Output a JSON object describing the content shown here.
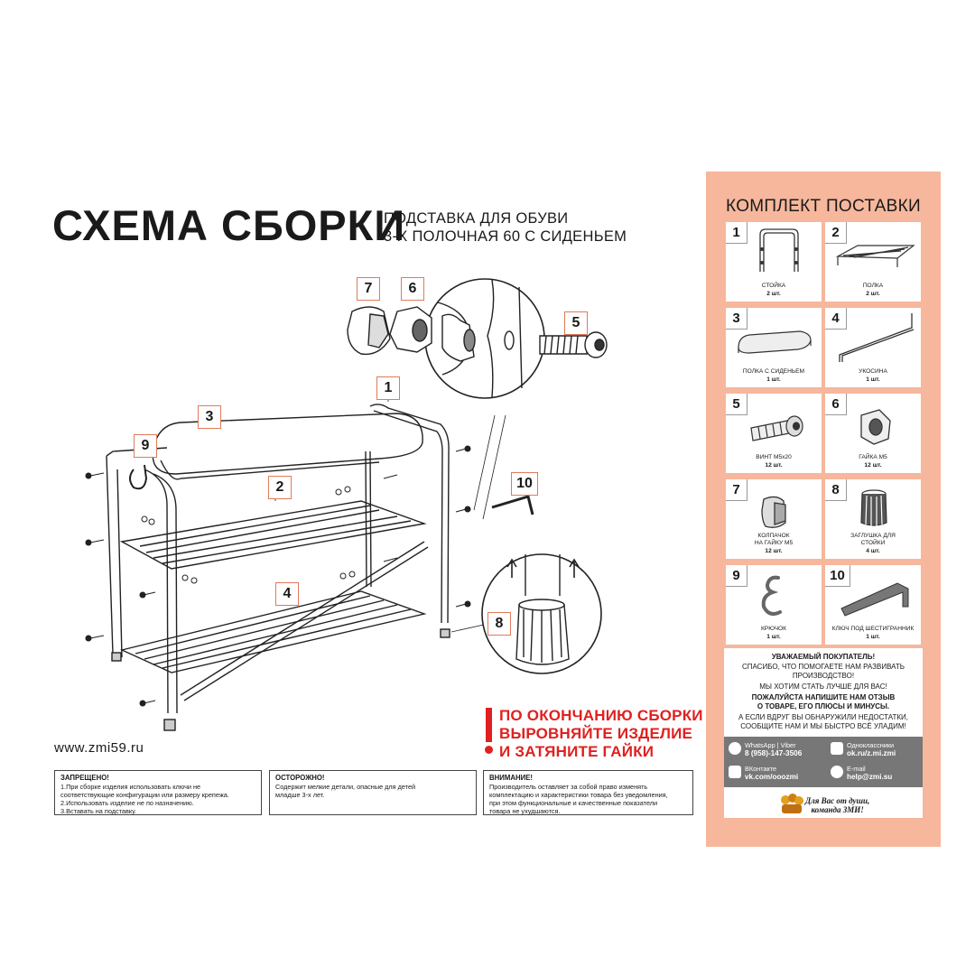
{
  "header": {
    "title": "СХЕМА СБОРКИ",
    "subtitle_line1": "ПОДСТАВКА ДЛЯ ОБУВИ",
    "subtitle_line2": "3-Х ПОЛОЧНАЯ 60 С СИДЕНЬЕМ"
  },
  "callouts": [
    "1",
    "2",
    "3",
    "4",
    "5",
    "6",
    "7",
    "8",
    "9",
    "10"
  ],
  "website": "www.zmi59.ru",
  "notice": {
    "mark": "!",
    "line1": "ПО ОКОНЧАНИЮ СБОРКИ",
    "line2": "ВЫРОВНЯЙТЕ ИЗДЕЛИЕ",
    "line3": "И ЗАТЯНИТЕ ГАЙКИ"
  },
  "warnings": [
    {
      "title": "ЗАПРЕЩЕНО!",
      "lines": [
        "1.При сборке изделия использовать ключи не",
        "соответствующие конфигурации или размеру крепежа.",
        "2.Использовать изделие не по назначению.",
        "3.Вставать на подставку."
      ]
    },
    {
      "title": "ОСТОРОЖНО!",
      "lines": [
        "Содержит мелкие детали, опасные для детей",
        "младше 3-х лет."
      ]
    },
    {
      "title": "ВНИМАНИЕ!",
      "lines": [
        "Производитель оставляет за собой право изменять",
        "комплектацию и характеристики товара без уведомления,",
        "при этом функциональные и качественные показатели",
        "товара не ухудшаются."
      ]
    }
  ],
  "kit": {
    "title": "КОМПЛЕКТ ПОСТАВКИ",
    "items": [
      {
        "num": "1",
        "name": "СТОЙКА",
        "qty": "2 шт."
      },
      {
        "num": "2",
        "name": "ПОЛКА",
        "qty": "2 шт."
      },
      {
        "num": "3",
        "name": "ПОЛКА С СИДЕНЬЕМ",
        "qty": "1 шт."
      },
      {
        "num": "4",
        "name": "УКОСИНА",
        "qty": "1 шт."
      },
      {
        "num": "5",
        "name": "ВИНТ М5х20",
        "qty": "12 шт."
      },
      {
        "num": "6",
        "name": "ГАЙКА М5",
        "qty": "12 шт."
      },
      {
        "num": "7",
        "name": "КОЛПАЧОК\nНА ГАЙКУ М5",
        "qty": "12 шт."
      },
      {
        "num": "8",
        "name": "ЗАГЛУШКА ДЛЯ\nСТОЙКИ",
        "qty": "4 шт."
      },
      {
        "num": "9",
        "name": "КРЮЧОК",
        "qty": "1 шт."
      },
      {
        "num": "10",
        "name": "КЛЮЧ ПОД ШЕСТИГРАННИК",
        "qty": "1 шт."
      }
    ]
  },
  "message": {
    "greeting": "УВАЖАЕМЫЙ ПОКУПАТЕЛЬ!",
    "line1": "СПАСИБО, ЧТО ПОМОГАЕТЕ НАМ РАЗВИВАТЬ",
    "line2": "ПРОИЗВОДСТВО!",
    "line3": "МЫ ХОТИМ СТАТЬ ЛУЧШЕ ДЛЯ ВАС!",
    "line4": "ПОЖАЛУЙСТА НАПИШИТЕ НАМ ОТЗЫВ",
    "line5": "О ТОВАРЕ, ЕГО ПЛЮСЫ И МИНУСЫ.",
    "line6": "А ЕСЛИ ВДРУГ ВЫ ОБНАРУЖИЛИ НЕДОСТАТКИ,",
    "line7": "СООБЩИТЕ НАМ И МЫ БЫСТРО ВСЁ УЛАДИМ!"
  },
  "contacts": {
    "whatsapp_label": "WhatsApp | Viber",
    "whatsapp_value": "8 (958)-147-3506",
    "ok_label": "Одноклассники",
    "ok_value": "ok.ru/z.mi.zmi",
    "vk_label": "ВКонтакте",
    "vk_value": "vk.com/ooozmi",
    "email_label": "E-mail",
    "email_value": "help@zmi.su"
  },
  "signature": {
    "line1": "Для Вас от души,",
    "line2": "команда ЗМИ!"
  },
  "colors": {
    "accent": "#f6b79c",
    "callout_border": "#e07a5a",
    "notice": "#e02020",
    "contacts_bg": "#777777"
  }
}
